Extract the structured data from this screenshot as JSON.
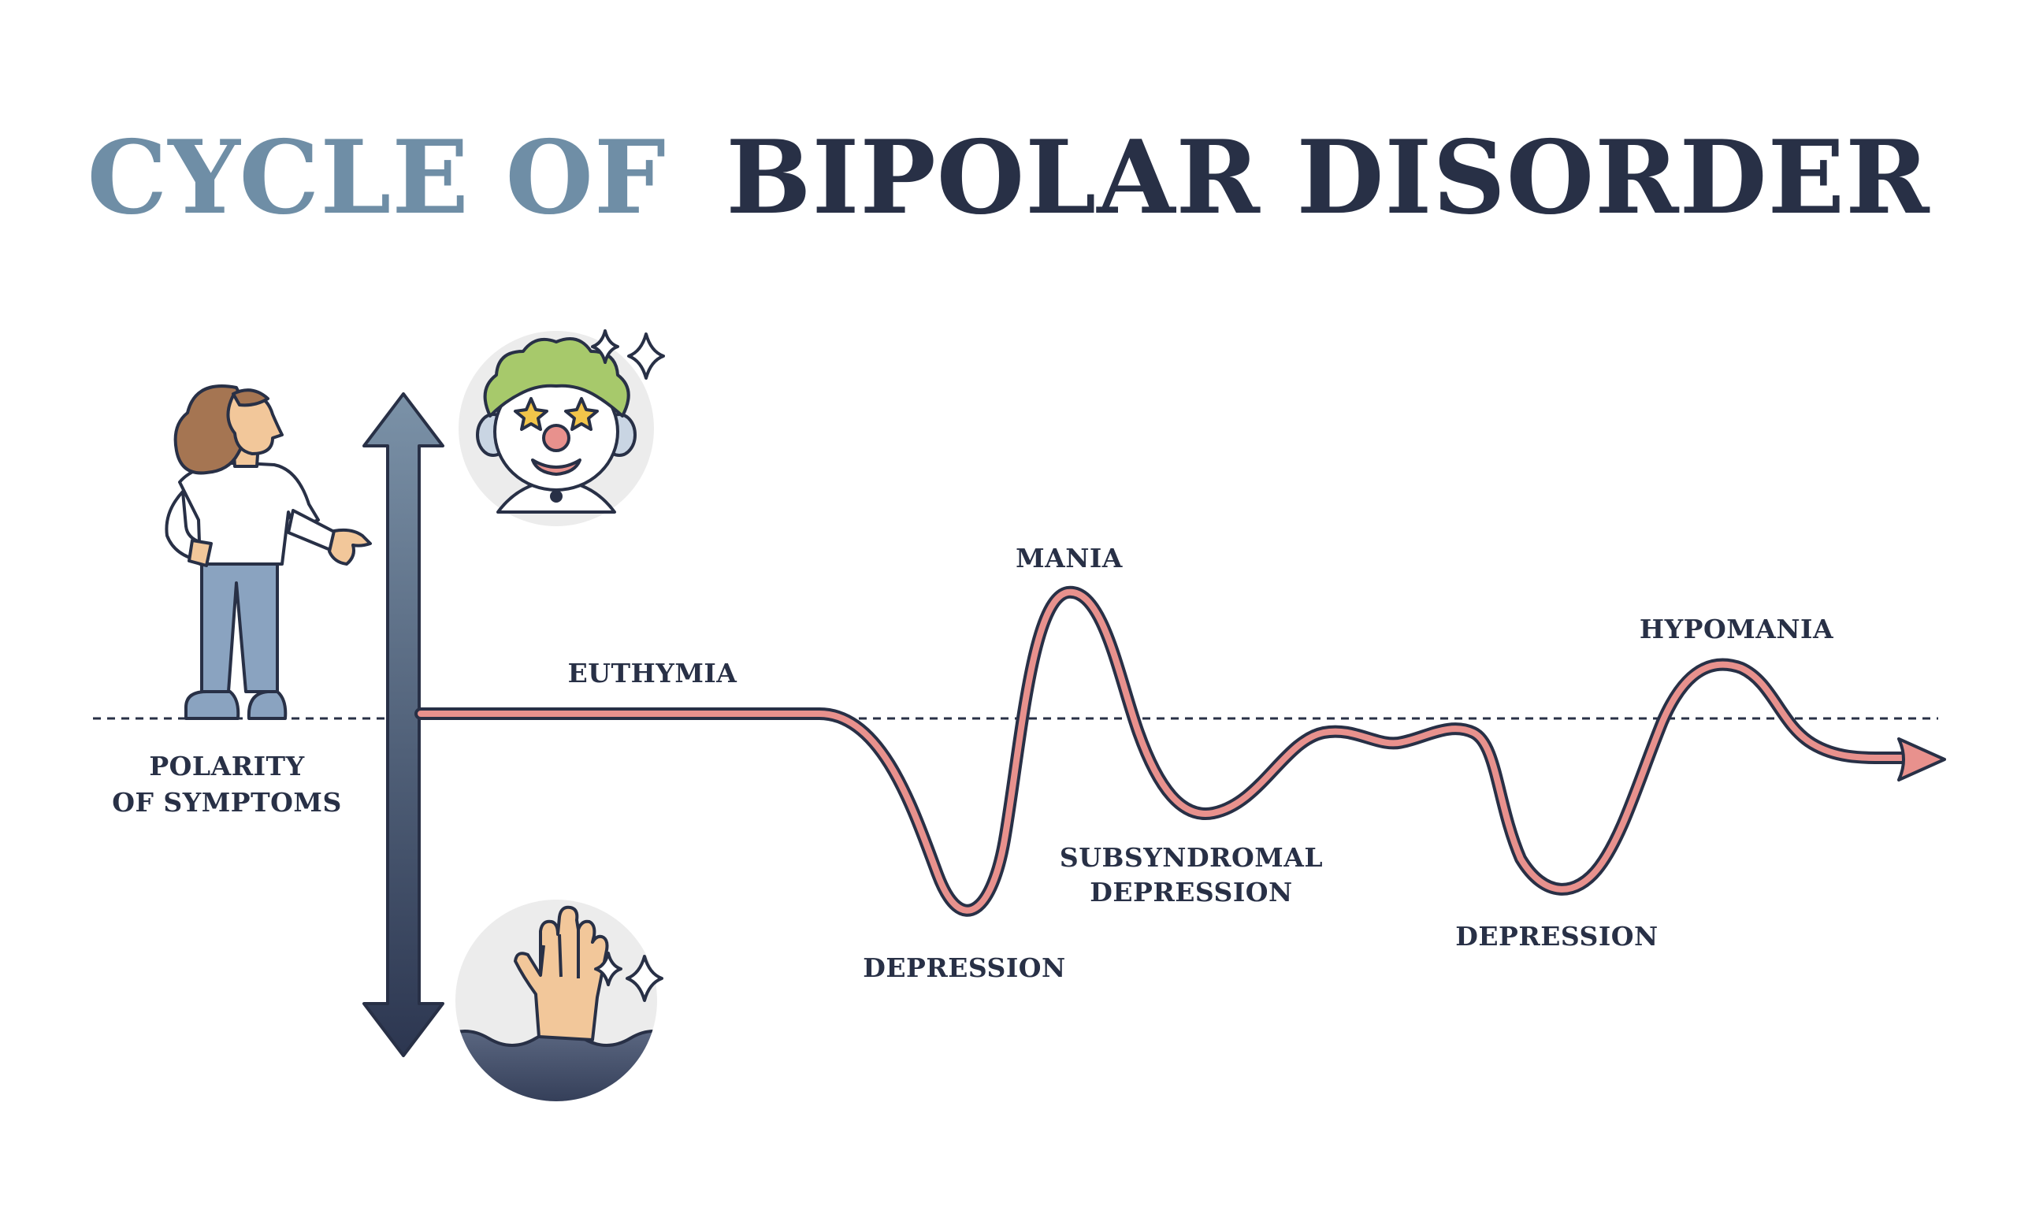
{
  "title": {
    "part1": "CYCLE OF",
    "part2": "BIPOLAR DISORDER"
  },
  "labels": {
    "polarity_line1": "POLARITY",
    "polarity_line2": "OF SYMPTOMS",
    "euthymia": "EUTHYMIA",
    "mania": "MANIA",
    "depression_1": "DEPRESSION",
    "subsyndromal_line1": "SUBSYNDROMAL",
    "subsyndromal_line2": "DEPRESSION",
    "depression_2": "DEPRESSION",
    "hypomania": "HYPOMANIA"
  },
  "colors": {
    "title_light": "#6f8ea6",
    "title_dark": "#283046",
    "curve_fill": "#e8918d",
    "outline": "#283046",
    "axis_top": "#7b92a8",
    "axis_bottom": "#2c3650",
    "person_shirt": "#ffffff",
    "person_pants": "#8aa3c0",
    "person_hair": "#a57552",
    "skin": "#f2c79a",
    "clown_hair": "#a7c96b",
    "circle_bg": "#ececec",
    "water": "#3b4663"
  },
  "icons": {
    "top_circle": "clown-face-icon",
    "bottom_circle": "drowning-hand-icon",
    "sparkle": "sparkle-icon",
    "person": "person-figure-icon"
  }
}
